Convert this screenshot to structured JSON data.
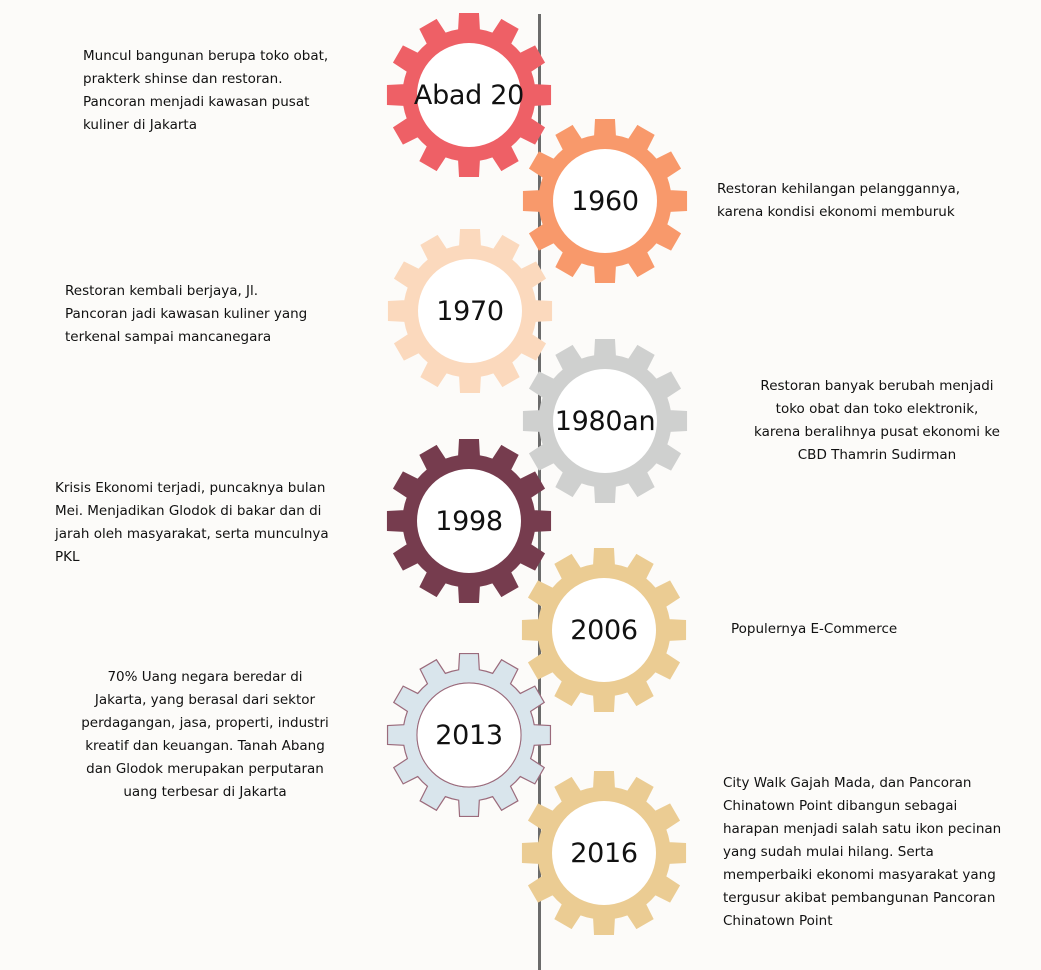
{
  "timeline": {
    "events": [
      {
        "year": "Abad 20",
        "color": "#ee6066",
        "stroke": "#ee6066",
        "text": "Muncul bangunan berupa toko obat,\nprakterk shinse dan restoran.\nPancoran menjadi kawasan pusat\nkuliner di Jakarta"
      },
      {
        "year": "1960",
        "color": "#f8996b",
        "stroke": "#f8996b",
        "text": "Restoran kehilangan pelanggannya,\nkarena kondisi ekonomi memburuk"
      },
      {
        "year": "1970",
        "color": "#fbd9bd",
        "stroke": "#fbd9bd",
        "text": "Restoran kembali berjaya, Jl.\nPancoran jadi kawasan kuliner yang\nterkenal sampai mancanegara"
      },
      {
        "year": "1980an",
        "color": "#cfd0cf",
        "stroke": "#cfd0cf",
        "text": "Restoran banyak berubah menjadi\ntoko obat dan toko elektronik,\nkarena beralihnya pusat ekonomi ke\nCBD Thamrin Sudirman"
      },
      {
        "year": "1998",
        "color": "#763c4e",
        "stroke": "#763c4e",
        "text": "Krisis Ekonomi terjadi, puncaknya bulan\nMei. Menjadikan Glodok di bakar dan di\njarah oleh masyarakat, serta munculnya\nPKL"
      },
      {
        "year": "2006",
        "color": "#ebcc93",
        "stroke": "#ebcc93",
        "text": "Populernya E-Commerce"
      },
      {
        "year": "2013",
        "color": "#d9e5ec",
        "stroke": "#9b6b7c",
        "text": "70% Uang negara beredar di\nJakarta, yang berasal dari sektor\nperdagangan, jasa, properti, industri\nkreatif dan keuangan. Tanah Abang\ndan Glodok merupakan perputaran\nuang terbesar di Jakarta"
      },
      {
        "year": "2016",
        "color": "#ebcc93",
        "stroke": "#ebcc93",
        "text": "City Walk Gajah Mada, dan Pancoran\nChinatown Point dibangun sebagai\nharapan menjadi salah satu ikon pecinan\nyang sudah mulai hilang. Serta\nmemperbaiki ekonomi masyarakat yang\ntergusur akibat pembangunan Pancoran\nChinatown Point"
      }
    ]
  }
}
